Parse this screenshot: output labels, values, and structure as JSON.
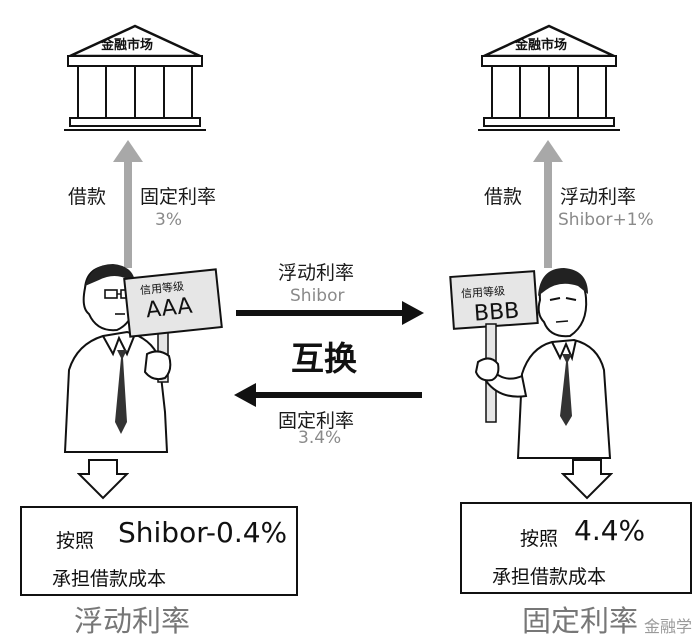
{
  "left_party": {
    "market_label": "金融市场",
    "borrow_label": "借款",
    "borrow_rate_type": "固定利率",
    "borrow_rate": "3%",
    "rating_title": "信用等级",
    "rating": "AAA",
    "result_prefix": "按照",
    "result_rate": "Shibor-0.4%",
    "result_text": "承担借款成本",
    "caption": "浮动利率"
  },
  "right_party": {
    "market_label": "金融市场",
    "borrow_label": "借款",
    "borrow_rate_type": "浮动利率",
    "borrow_rate": "Shibor+1%",
    "rating_title": "信用等级",
    "rating": "BBB",
    "result_prefix": "按照",
    "result_rate": "4.4%",
    "result_text": "承担借款成本",
    "caption": "固定利率"
  },
  "swap": {
    "title": "互换",
    "top_label": "浮动利率",
    "top_value": "Shibor",
    "bottom_label": "固定利率",
    "bottom_value": "3.4%"
  },
  "watermark": "金融学",
  "colors": {
    "arrow_gray": "#a8a8a8",
    "line_dark": "#111111",
    "sign_fill": "#e6e6e6"
  }
}
